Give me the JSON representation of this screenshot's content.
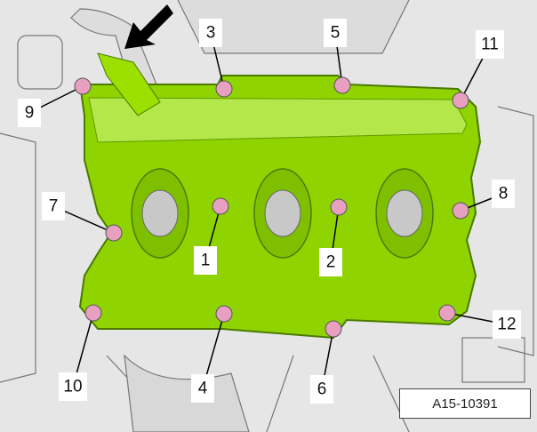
{
  "diagram": {
    "callouts": [
      "1",
      "2",
      "3",
      "4",
      "5",
      "6",
      "7",
      "8",
      "9",
      "10",
      "11",
      "12"
    ],
    "figure_id": "A15-10391",
    "colors": {
      "cover": "#8fd400",
      "cover_dark": "#5f9a00",
      "bolt": "#e8a0c0",
      "background": "#e9e9e9"
    }
  }
}
